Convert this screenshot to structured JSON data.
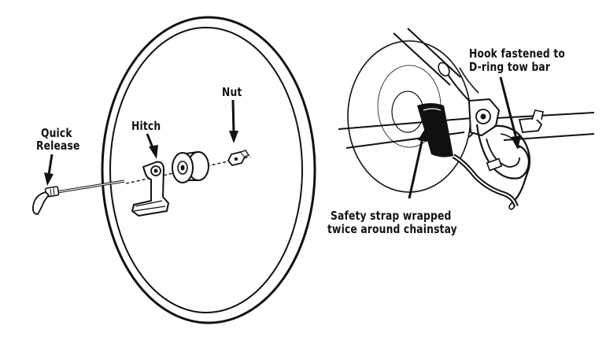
{
  "labels": {
    "quick_release": [
      "Quick",
      "Release"
    ],
    "hitch": "Hitch",
    "nut": "Nut",
    "hook": [
      "Hook fastened to",
      "D-ring tow bar"
    ],
    "strap": [
      "Safety strap wrapped",
      "twice around chainstay"
    ]
  }
}
